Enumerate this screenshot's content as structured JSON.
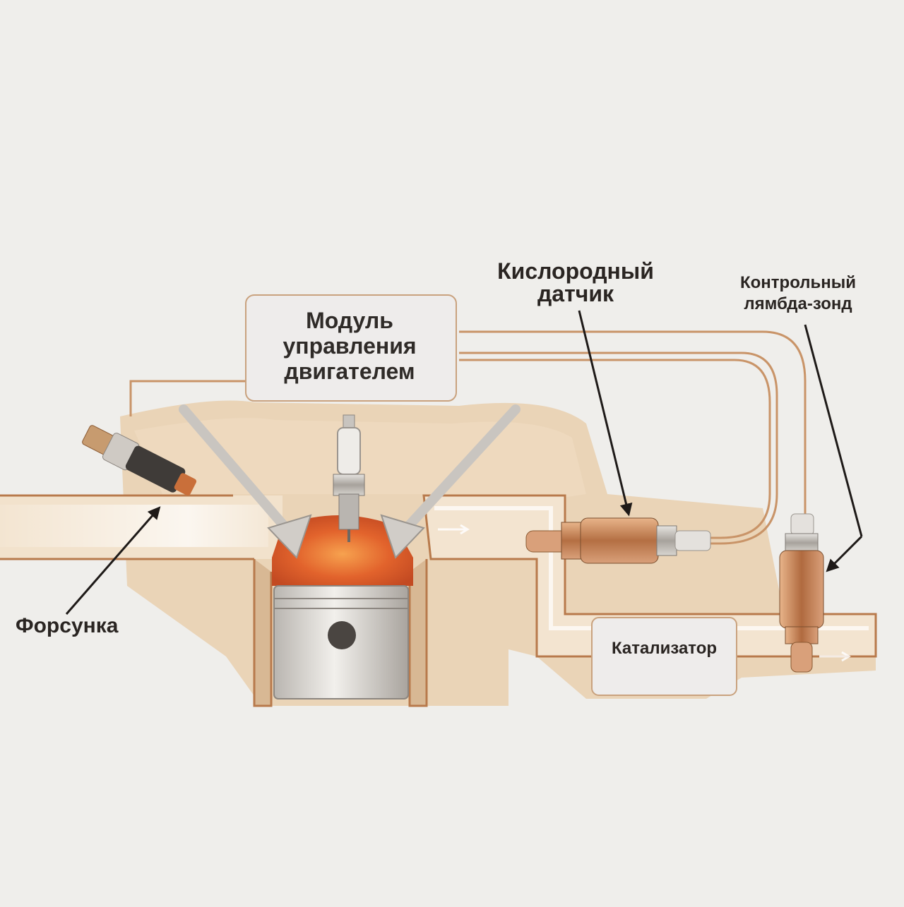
{
  "labels": {
    "ecu": "Модуль\nуправления\nдвигателем",
    "oxygen_sensor": "Кислородный\nдатчик",
    "control_lambda": "Контрольный\nлямбда-зонд",
    "injector": "Форсунка",
    "catalyst": "Катализатор"
  },
  "colors": {
    "background": "#efeeeb",
    "engine_body": "#e9cfae",
    "pipe_fill": "#f3e4d0",
    "pipe_outline": "#b87a4c",
    "combustion": "#e06a32",
    "box_fill": "#eeeceb",
    "text": "#2a2522"
  }
}
